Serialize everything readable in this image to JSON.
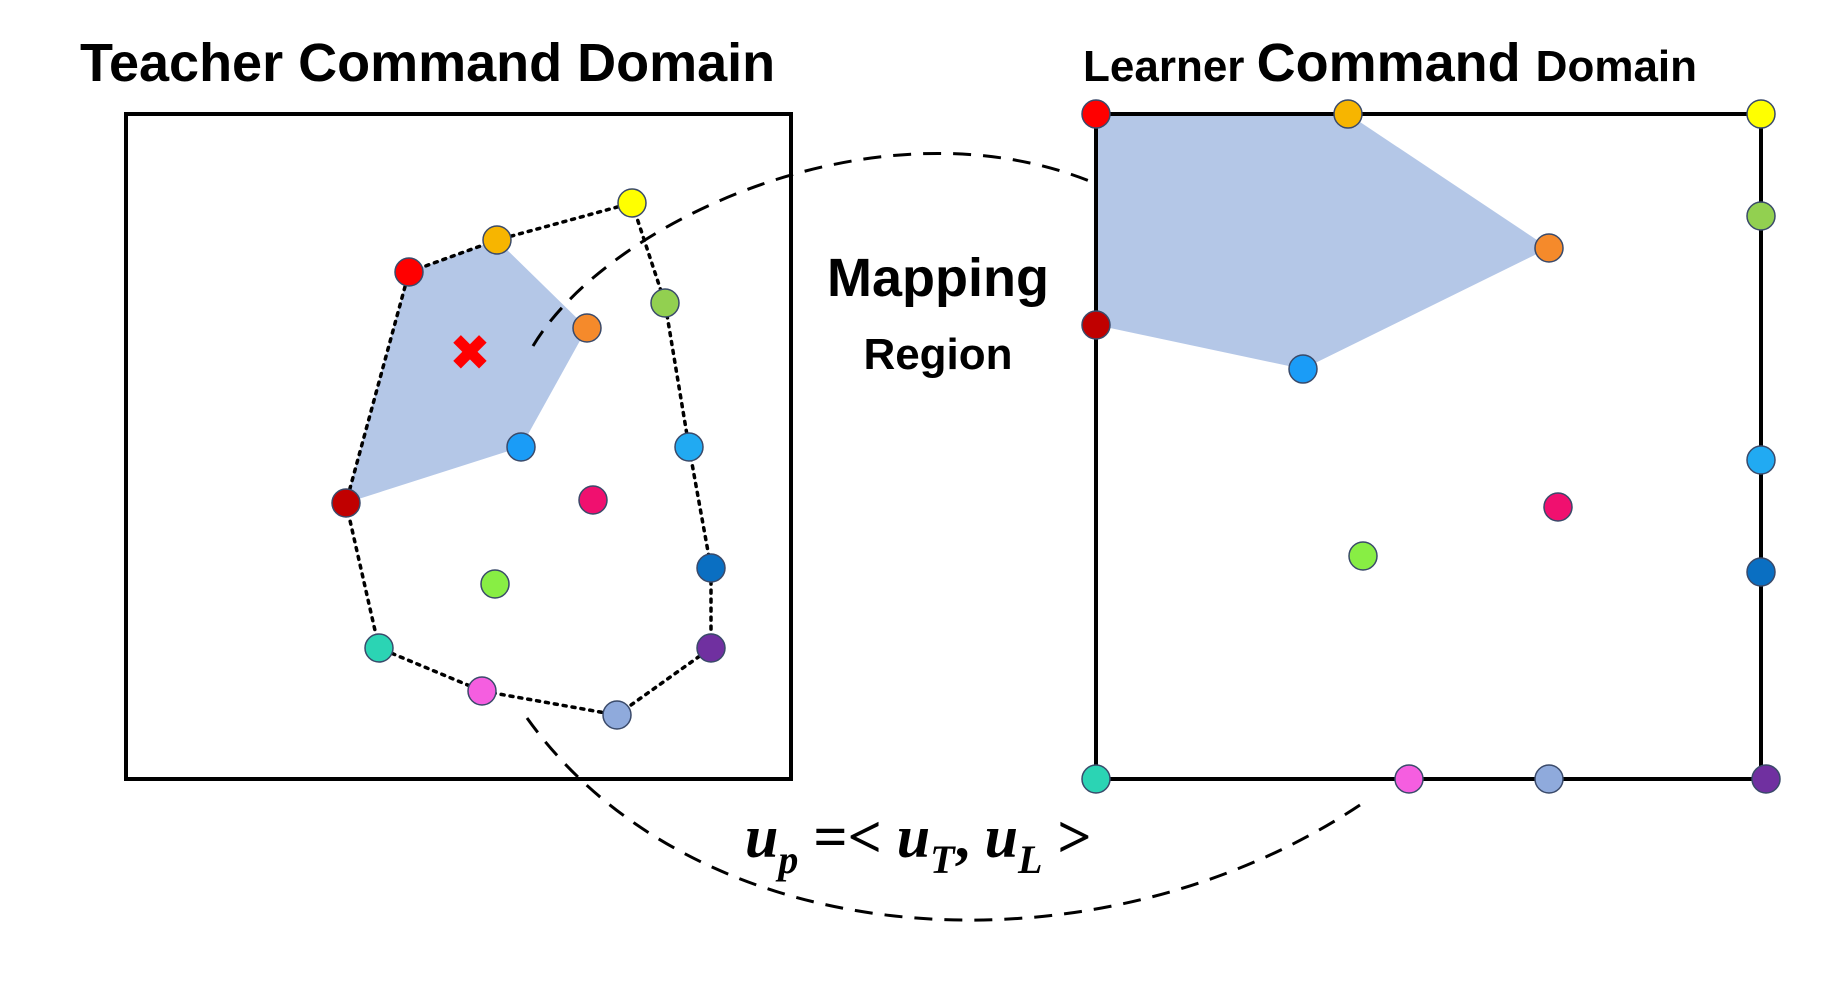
{
  "teacher_title": "Teacher Command Domain",
  "learner_title_part1": "Learner ",
  "learner_title_part2": "Command ",
  "learner_title_part3": "Domain",
  "mapping_label": "Mapping",
  "region_label": "Region",
  "equation": {
    "lhs": "u",
    "lhs_sub": "p",
    "eq_open": " =< ",
    "t_var": "u",
    "t_sub": "T",
    "comma": ", ",
    "l_var": "u",
    "l_sub": "L",
    "close": " >"
  },
  "colors": {
    "red": "#ff0000",
    "amber": "#f7b500",
    "yellow": "#ffff00",
    "olive_green": "#92d050",
    "orange": "#f58a2b",
    "dodger_blue": "#1a9cf7",
    "sky_blue": "#21aaf2",
    "crimson": "#c00000",
    "pink": "#f0106f",
    "light_green": "#88ee44",
    "steel_blue": "#0a6fc2",
    "teal": "#2bd4b4",
    "magenta": "#f55ee0",
    "periwinkle": "#8faadc",
    "purple": "#7030a0",
    "region_fill": "#b4c7e7",
    "marker": "#ff0000"
  },
  "marker_symbol": "✖"
}
